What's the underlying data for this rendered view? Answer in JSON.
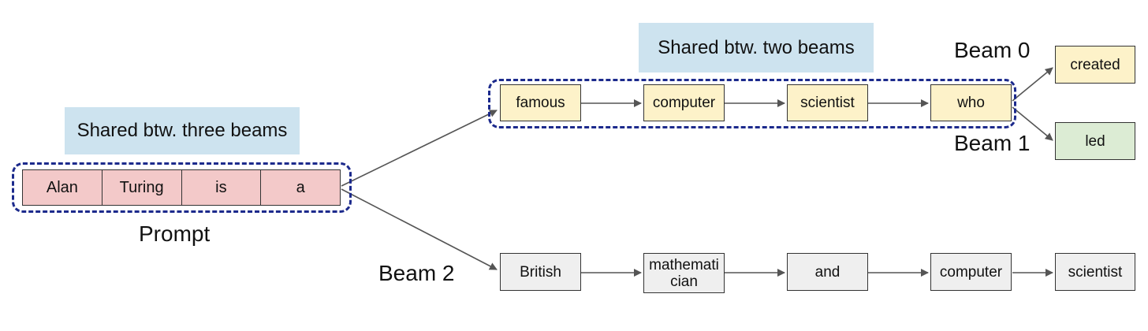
{
  "labels": {
    "shared_three": "Shared btw. three beams",
    "shared_two": "Shared btw. two beams",
    "prompt": "Prompt",
    "beam0": "Beam 0",
    "beam1": "Beam 1",
    "beam2": "Beam 2"
  },
  "prompt_tokens": [
    "Alan",
    "Turing",
    "is",
    "a"
  ],
  "shared_beam_tokens": [
    "famous",
    "computer",
    "scientist",
    "who"
  ],
  "beam0_token": "created",
  "beam1_token": "led",
  "beam2_tokens": [
    "British",
    "mathemati cian",
    "and",
    "computer",
    "scientist"
  ],
  "colors": {
    "prompt": "#f3c9c9",
    "shared": "#fdf2c9",
    "beam1": "#dcecd4",
    "beam2": "#efefef",
    "group_border": "#1c2a8c",
    "label_bg": "#cde3ef",
    "arrow": "#555555"
  }
}
